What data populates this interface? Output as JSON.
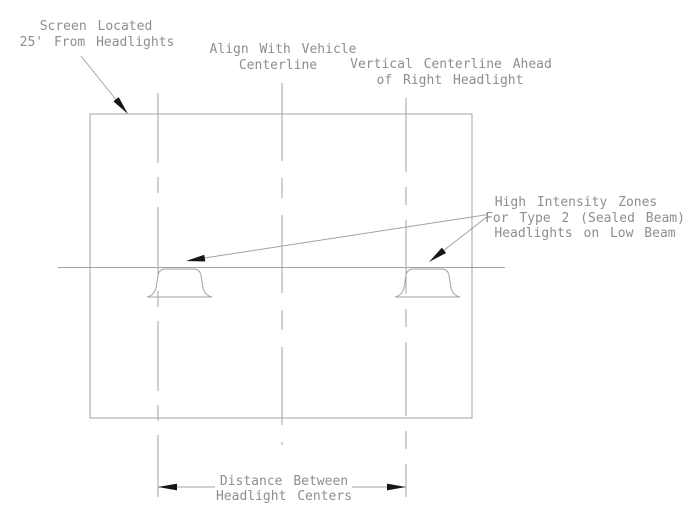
{
  "labels": {
    "screen_location": {
      "line1": "Screen Located",
      "line2": "25' From Headlights"
    },
    "vehicle_centerline": {
      "line1": "Align With Vehicle",
      "line2": "Centerline"
    },
    "right_headlight_centerline": {
      "line1": "Vertical Centerline Ahead",
      "line2": "of Right Headlight"
    },
    "high_intensity_zones": {
      "line1": "High Intensity Zones",
      "line2": "For Type 2 (Sealed Beam)",
      "line3": "Headlights on Low Beam"
    },
    "headlight_distance": {
      "line1": "Distance Between",
      "line2": "Headlight Centers"
    }
  },
  "colors": {
    "line": "#a3a3a3",
    "text": "#8e8e8e",
    "arrow": "#161616",
    "background": "#ffffff"
  }
}
